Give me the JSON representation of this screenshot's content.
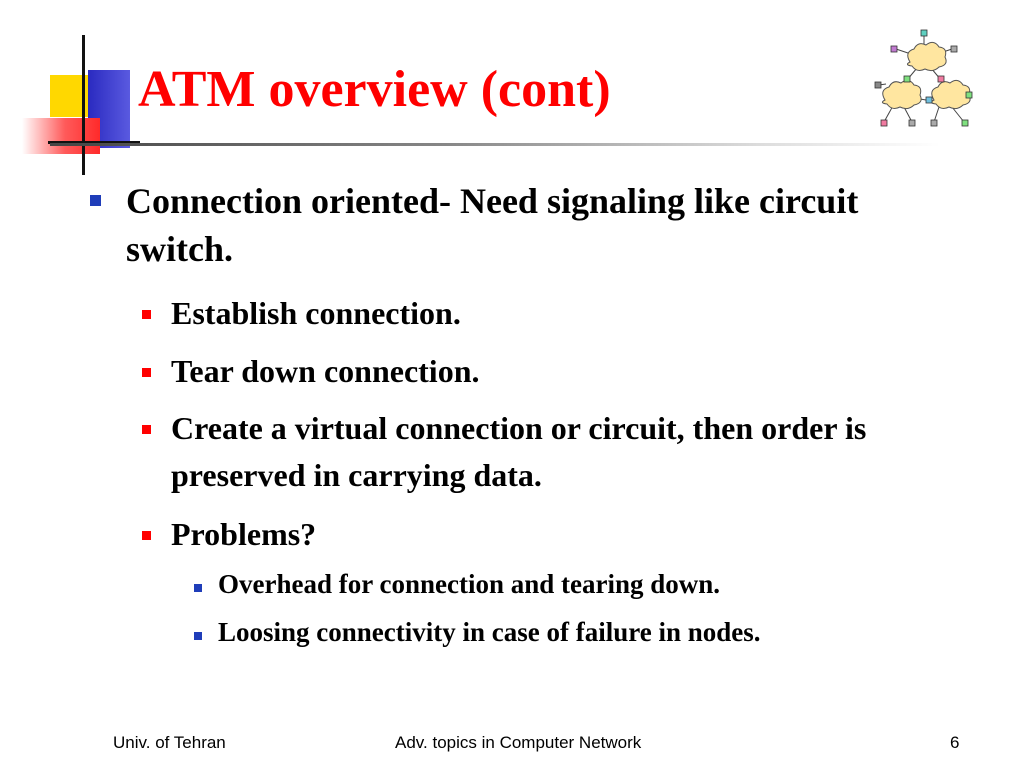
{
  "slide": {
    "title": "ATM overview (cont)",
    "bullets": [
      {
        "text": "Connection oriented- Need signaling like circuit switch."
      },
      {
        "text": "Establish connection."
      },
      {
        "text": "Tear down connection."
      },
      {
        "text": "Create a virtual connection or circuit, then order is preserved in carrying data."
      },
      {
        "text": "Problems?"
      },
      {
        "text": "Overhead for connection and tearing down."
      },
      {
        "text": "Loosing connectivity in case of failure in nodes."
      }
    ]
  },
  "footer": {
    "left": "Univ. of Tehran",
    "center": "Adv. topics in Computer Network",
    "page_number": "6"
  },
  "colors": {
    "title": "#ff0000",
    "level1_bullet": "#1f3db9",
    "level2_bullet": "#ff0000",
    "level3_bullet": "#1f3db9",
    "deco_yellow": "#ffd800",
    "deco_blue": "#3030c8",
    "deco_red": "#ff3030"
  },
  "icons": {
    "corner_decoration": "colored-squares-decoration",
    "network_clipart": "network-clouds-icon"
  }
}
